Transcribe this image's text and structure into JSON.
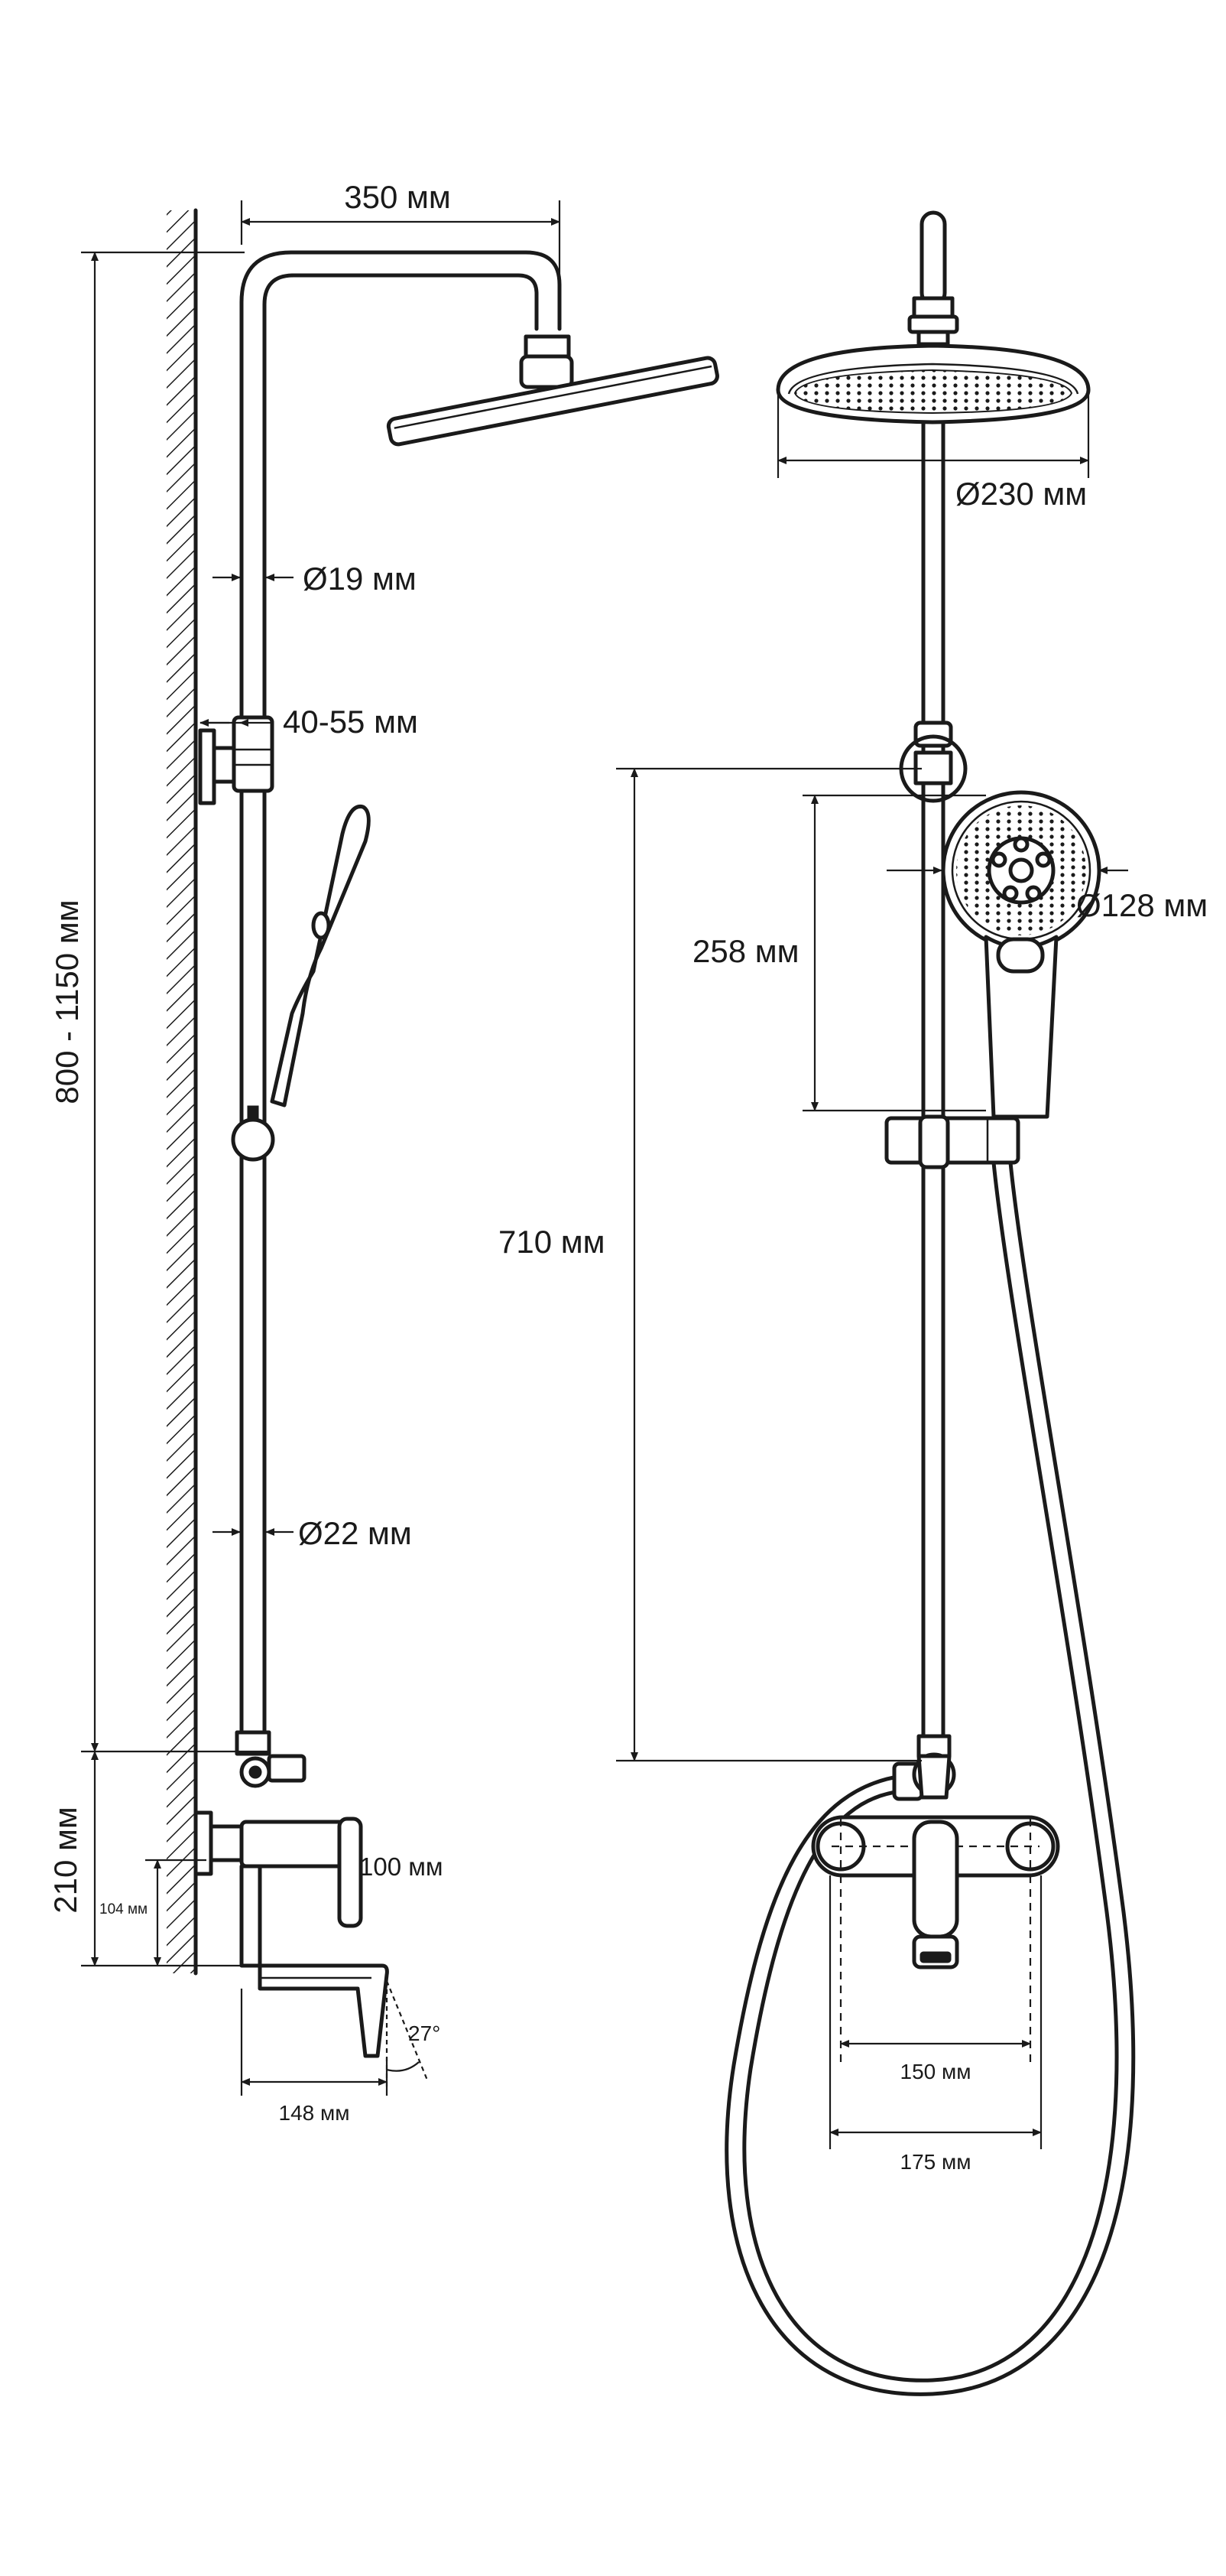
{
  "side_view": {
    "width_label": "350 мм",
    "height_label": "800 - 1150 мм",
    "pipe_top_label": "Ø19 мм",
    "pipe_bottom_label": "Ø22 мм",
    "bracket_label": "40-55 мм",
    "mixer_height_label": "210 мм",
    "spout_height_label": "104 мм",
    "handle_label": "100 мм",
    "spout_depth_label": "148 мм",
    "angle_label": "27°"
  },
  "front_view": {
    "head_diameter_label": "Ø230 мм",
    "hand_shower_diameter_label": "Ø128 мм",
    "holder_label": "258 мм",
    "height_label": "710 мм",
    "inner_width_label": "150 мм",
    "outer_width_label": "175 мм"
  }
}
